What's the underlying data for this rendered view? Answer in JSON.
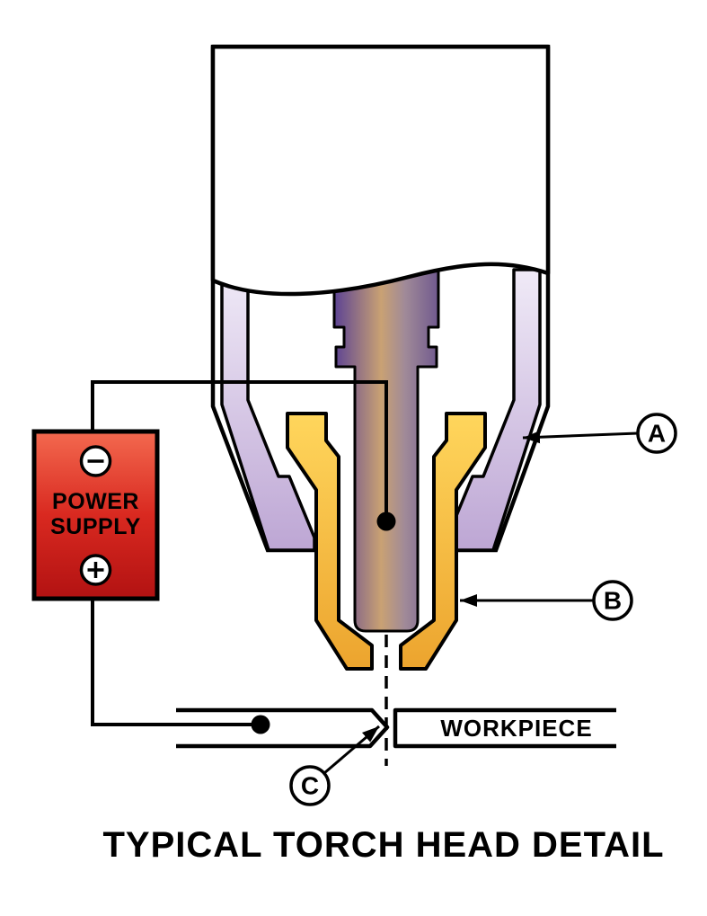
{
  "diagram": {
    "title": "TYPICAL TORCH HEAD DETAIL",
    "power_supply": {
      "line1": "POWER",
      "line2": "SUPPLY",
      "negative_symbol": "−",
      "positive_symbol": "+"
    },
    "workpiece": {
      "label": "WORKPIECE"
    },
    "callouts": {
      "a": "A",
      "b": "B",
      "c": "C"
    },
    "colors": {
      "outline": "#000000",
      "background": "#ffffff",
      "power_red_light": "#f3694f",
      "power_red_mid": "#d92920",
      "power_red_dark": "#b21212",
      "nozzle_gold_light": "#ffd65c",
      "nozzle_gold_dark": "#eca42e",
      "shield_lavender_light": "#f0eaf7",
      "shield_lavender_dark": "#bda6d4",
      "electrode_purple": "#5c4394",
      "electrode_bronze": "#c9a173",
      "electrode_smoke": "#a08a98",
      "electrode_mauve": "#70598e"
    }
  }
}
